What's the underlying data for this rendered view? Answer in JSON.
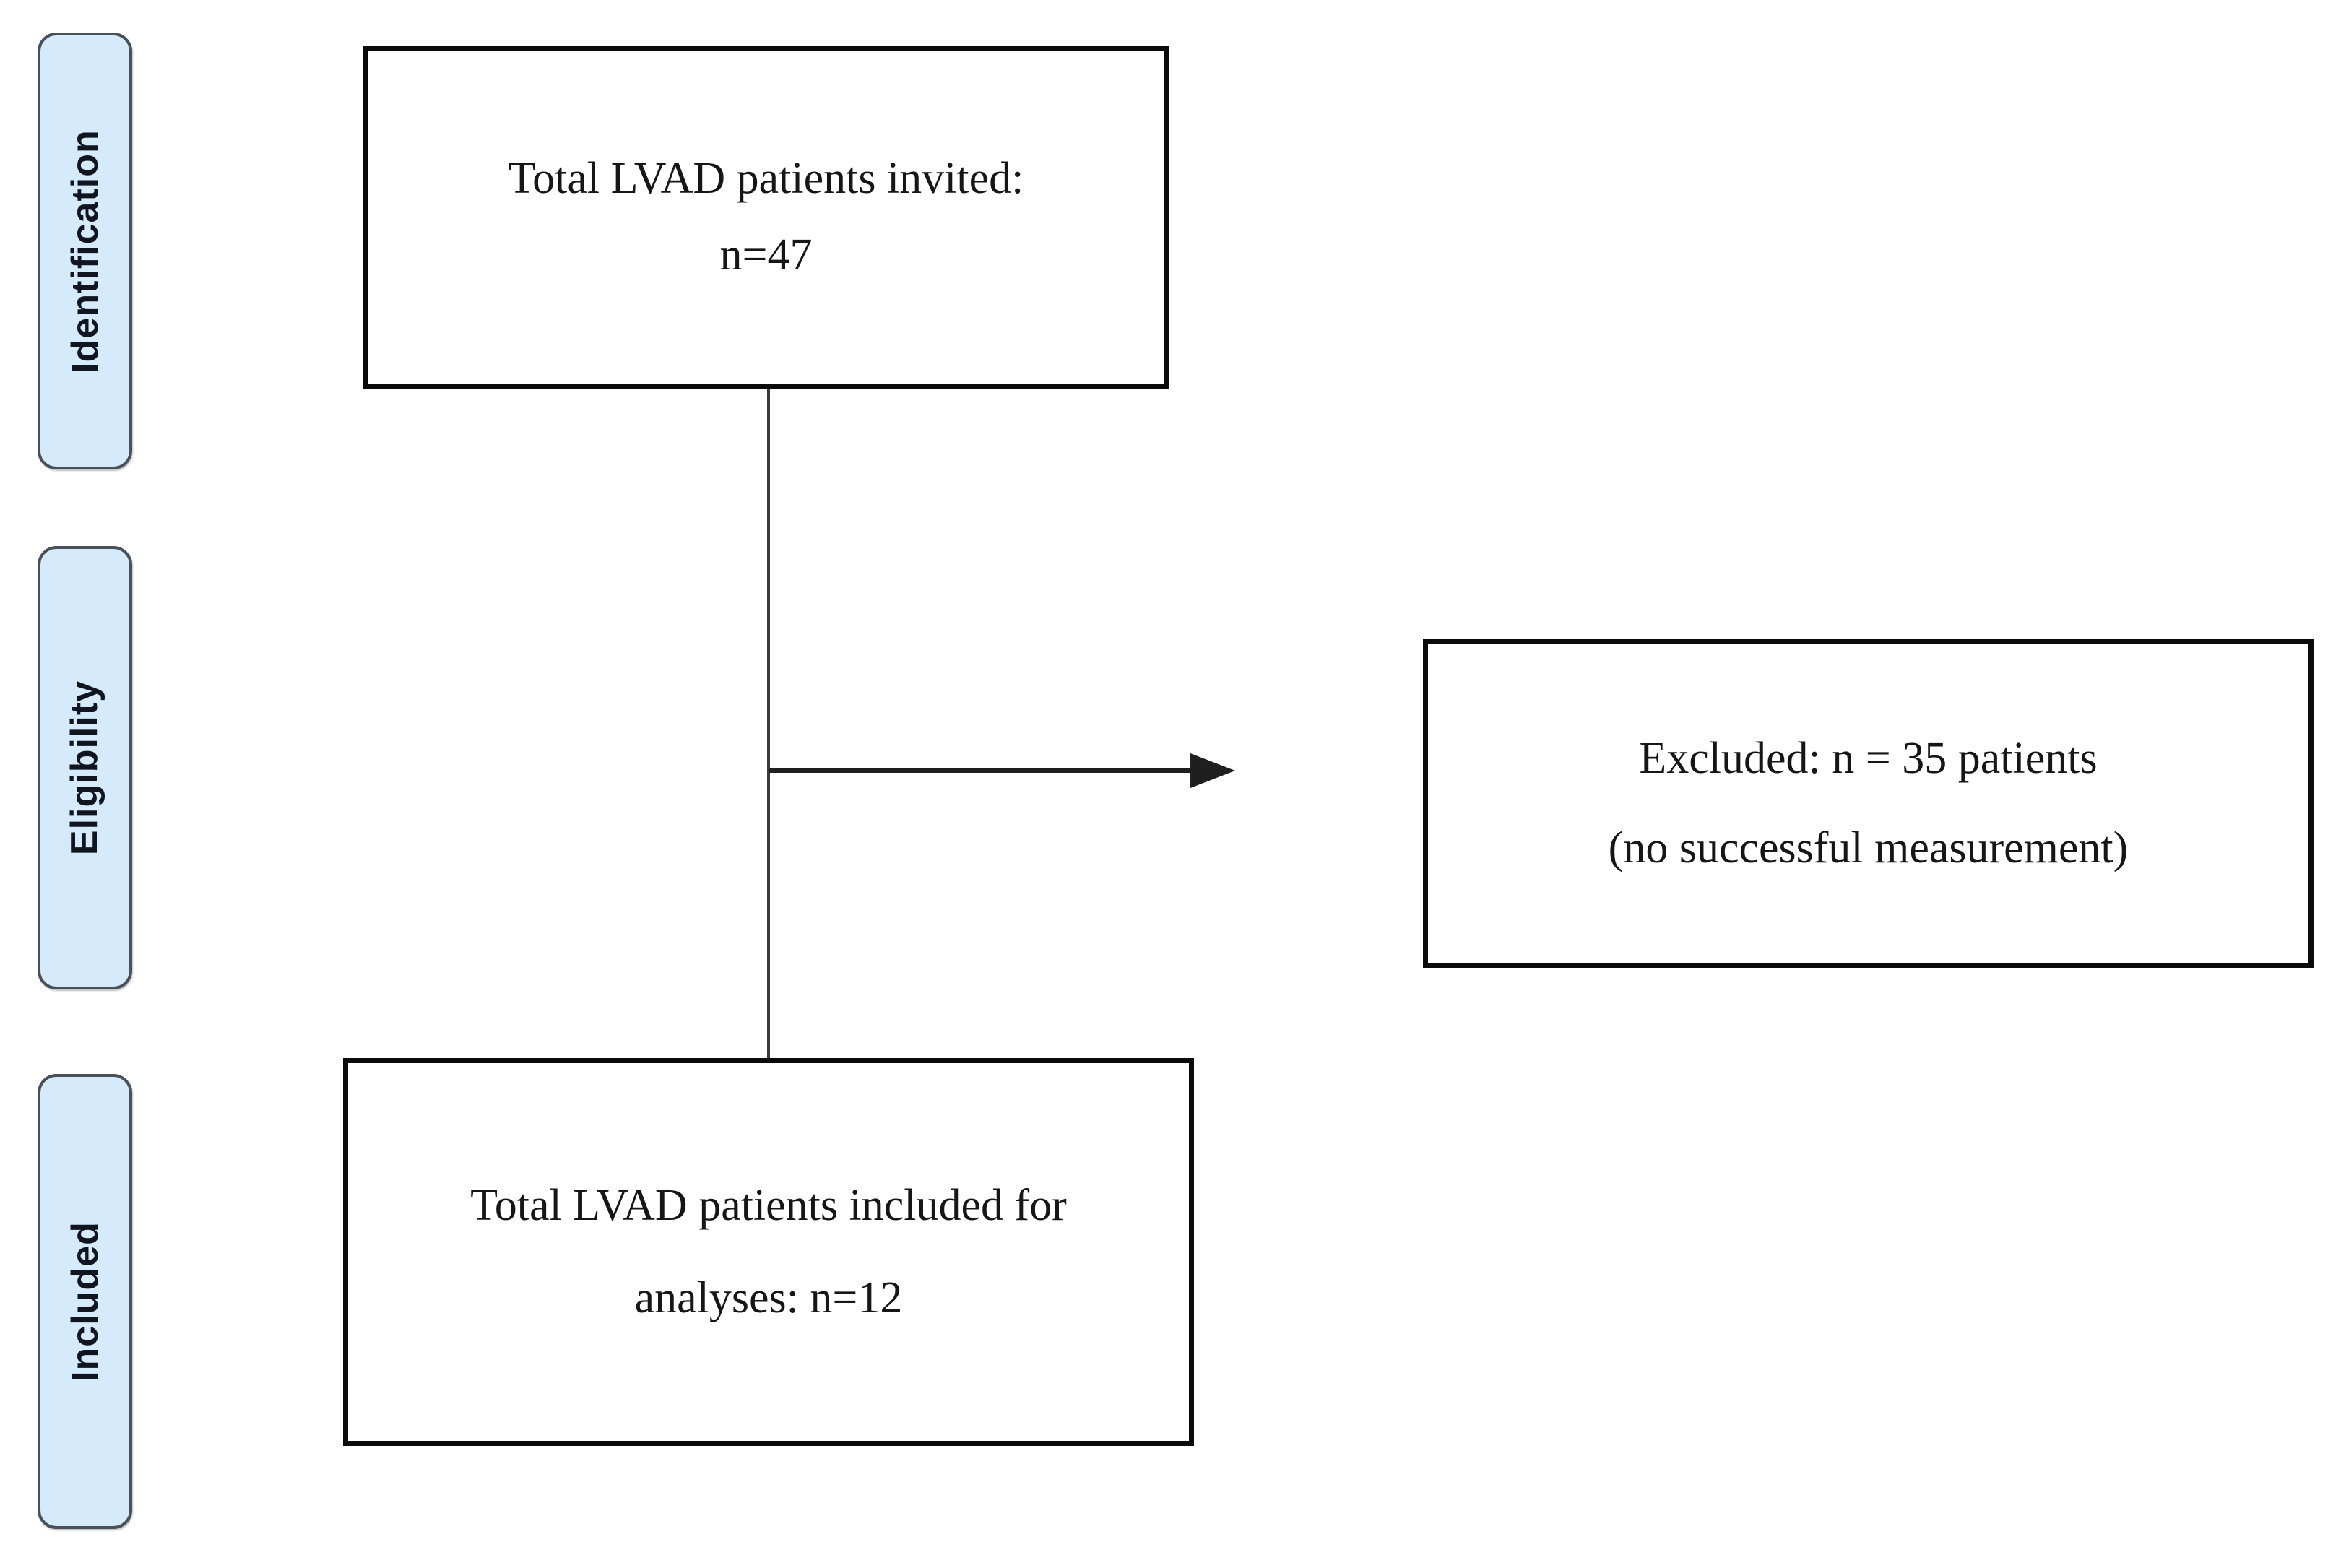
{
  "stages": [
    {
      "label": "Identification"
    },
    {
      "label": "Eligibility"
    },
    {
      "label": "Included"
    }
  ],
  "boxes": {
    "invited": {
      "line1": "Total LVAD patients invited:",
      "line2": "n=47"
    },
    "excluded": {
      "line1": "Excluded: n = 35 patients",
      "line2": "(no successful measurement)"
    },
    "included": {
      "line1": "Total LVAD patients included for",
      "line2": "analyses: n=12"
    }
  },
  "counts": {
    "invited": 47,
    "excluded": 35,
    "included": 12
  },
  "colors": {
    "stage_fill": "#d5eafb",
    "stage_border": "#4a5058",
    "stage_text": "#10151f",
    "box_border": "#0b0b0b",
    "text": "#161616",
    "connector": "#3a3a3a",
    "connector_dark": "#1f1f1f"
  }
}
